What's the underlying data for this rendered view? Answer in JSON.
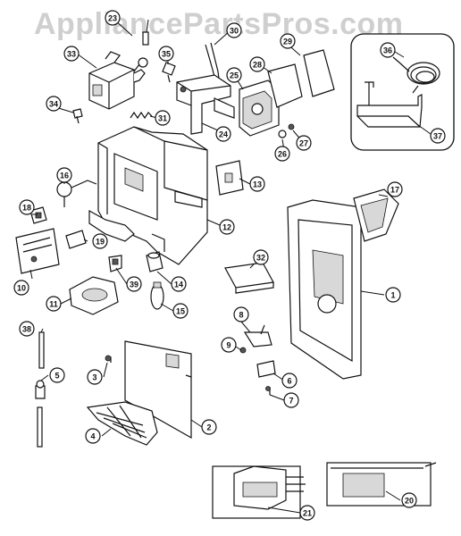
{
  "watermark": "AppliancePartsPros.com",
  "callouts": [
    "1",
    "2",
    "3",
    "4",
    "5",
    "6",
    "7",
    "8",
    "9",
    "10",
    "11",
    "12",
    "13",
    "14",
    "15",
    "16",
    "17",
    "18",
    "19",
    "20",
    "21",
    "23",
    "24",
    "25",
    "26",
    "27",
    "28",
    "29",
    "30",
    "31",
    "32",
    "33",
    "34",
    "35",
    "36",
    "37",
    "38",
    "39"
  ]
}
